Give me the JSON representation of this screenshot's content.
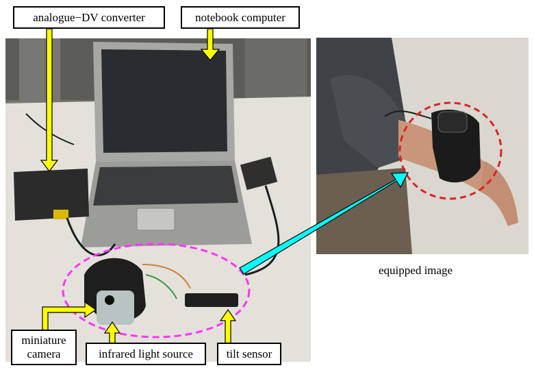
{
  "labels": {
    "converter": "analogue−DV converter",
    "notebook": "notebook computer",
    "camera_line1": "miniature",
    "camera_line2": "camera",
    "infrared": "infrared light source",
    "tilt": "tilt sensor"
  },
  "caption": "equipped image",
  "colors": {
    "arrow_yellow": "#ffff00",
    "arrow_cyan": "#00ffff",
    "ellipse_magenta": "#ff33ff",
    "circle_red": "#e02020"
  }
}
